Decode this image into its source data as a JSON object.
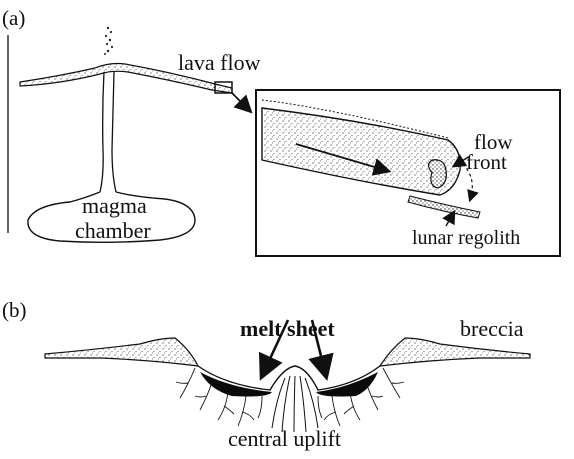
{
  "panel_a": {
    "panel_label": "(a)",
    "lava_flow_label": "lava flow",
    "magma_label_line1": "magma",
    "magma_label_line2": "chamber",
    "inset": {
      "flow_front_line1": "flow",
      "flow_front_line2": "front",
      "regolith_label": "lunar regolith"
    }
  },
  "panel_b": {
    "panel_label": "(b)",
    "melt_sheet_label": "melt sheet",
    "breccia_label": "breccia",
    "uplift_label": "central uplift"
  },
  "colors": {
    "ink": "#111111",
    "background": "#ffffff",
    "melt": "#0a0a0a",
    "breccia_fill": "#d8d8d8"
  }
}
